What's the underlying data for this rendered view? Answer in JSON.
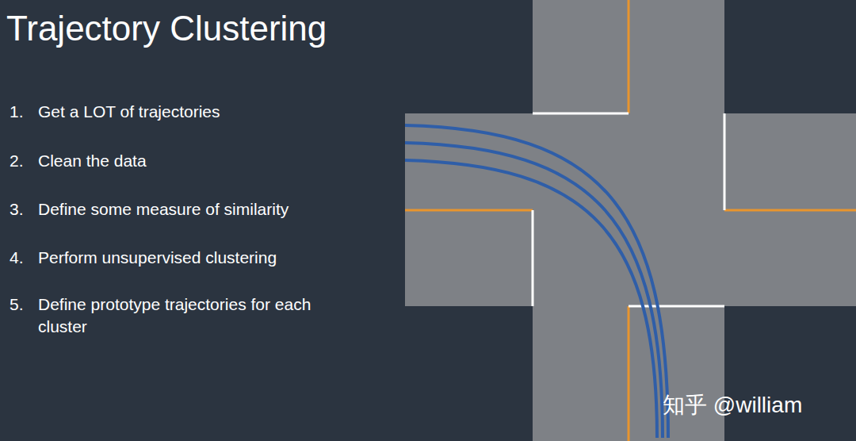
{
  "diagram": {
    "title": "Trajectory Clustering",
    "labels": [
      "1.",
      "Get a LOT of trajectories",
      "2.",
      "Clean the data",
      "3.",
      "Define some measure of similarity",
      "4.",
      "Perform unsupervised clustering",
      "5.",
      "Define prototype trajectories for each cluster",
      "知乎 @william"
    ]
  }
}
